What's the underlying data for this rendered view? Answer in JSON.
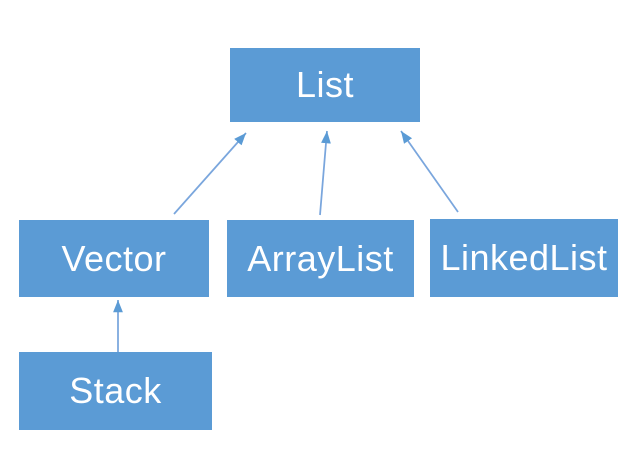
{
  "diagram": {
    "nodes": [
      {
        "id": "list",
        "label": "List"
      },
      {
        "id": "vector",
        "label": "Vector"
      },
      {
        "id": "arraylist",
        "label": "ArrayList"
      },
      {
        "id": "linkedlist",
        "label": "LinkedList"
      },
      {
        "id": "stack",
        "label": "Stack"
      }
    ],
    "edges": [
      {
        "from": "vector",
        "to": "list"
      },
      {
        "from": "arraylist",
        "to": "list"
      },
      {
        "from": "linkedlist",
        "to": "list"
      },
      {
        "from": "stack",
        "to": "vector"
      }
    ],
    "colors": {
      "node_fill": "#5b9bd5",
      "node_text": "#ffffff",
      "arrow_line": "#7aa6dd",
      "arrow_head": "#5b9bd5",
      "background": "#ffffff"
    }
  }
}
